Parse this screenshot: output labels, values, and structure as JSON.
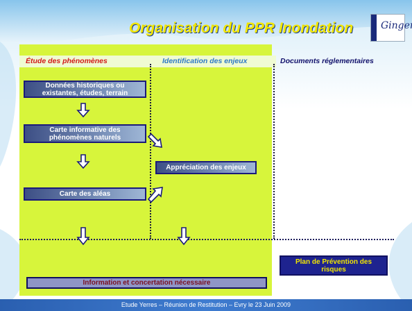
{
  "slide": {
    "title": "Organisation du PPR Inondation",
    "logo_text": "Ginger"
  },
  "columns": {
    "col1": "Étude des phénomènes",
    "col2": "Identification des enjeux",
    "col3": "Documents réglementaires"
  },
  "boxes": {
    "donnees_line1": "Données historiques ou",
    "donnees_line2": "existantes, études, terrain",
    "carte_info_line1": "Carte informative des",
    "carte_info_line2": "phénomènes naturels",
    "carte_aleas": "Carte des aléas",
    "appreciation": "Appréciation des enjeux",
    "plan_line1": "Plan de Prévention des",
    "plan_line2": "risques",
    "information": "Information et concertation nécessaire"
  },
  "footer": {
    "text": "Etude Yerres –  Réunion de Restitution  –  Evry le 23 Juin 2009"
  },
  "colors": {
    "panel": "#d7f53b",
    "title": "#f2e600",
    "box_border": "#1a1a7a",
    "footer": "#3f7cd0"
  }
}
